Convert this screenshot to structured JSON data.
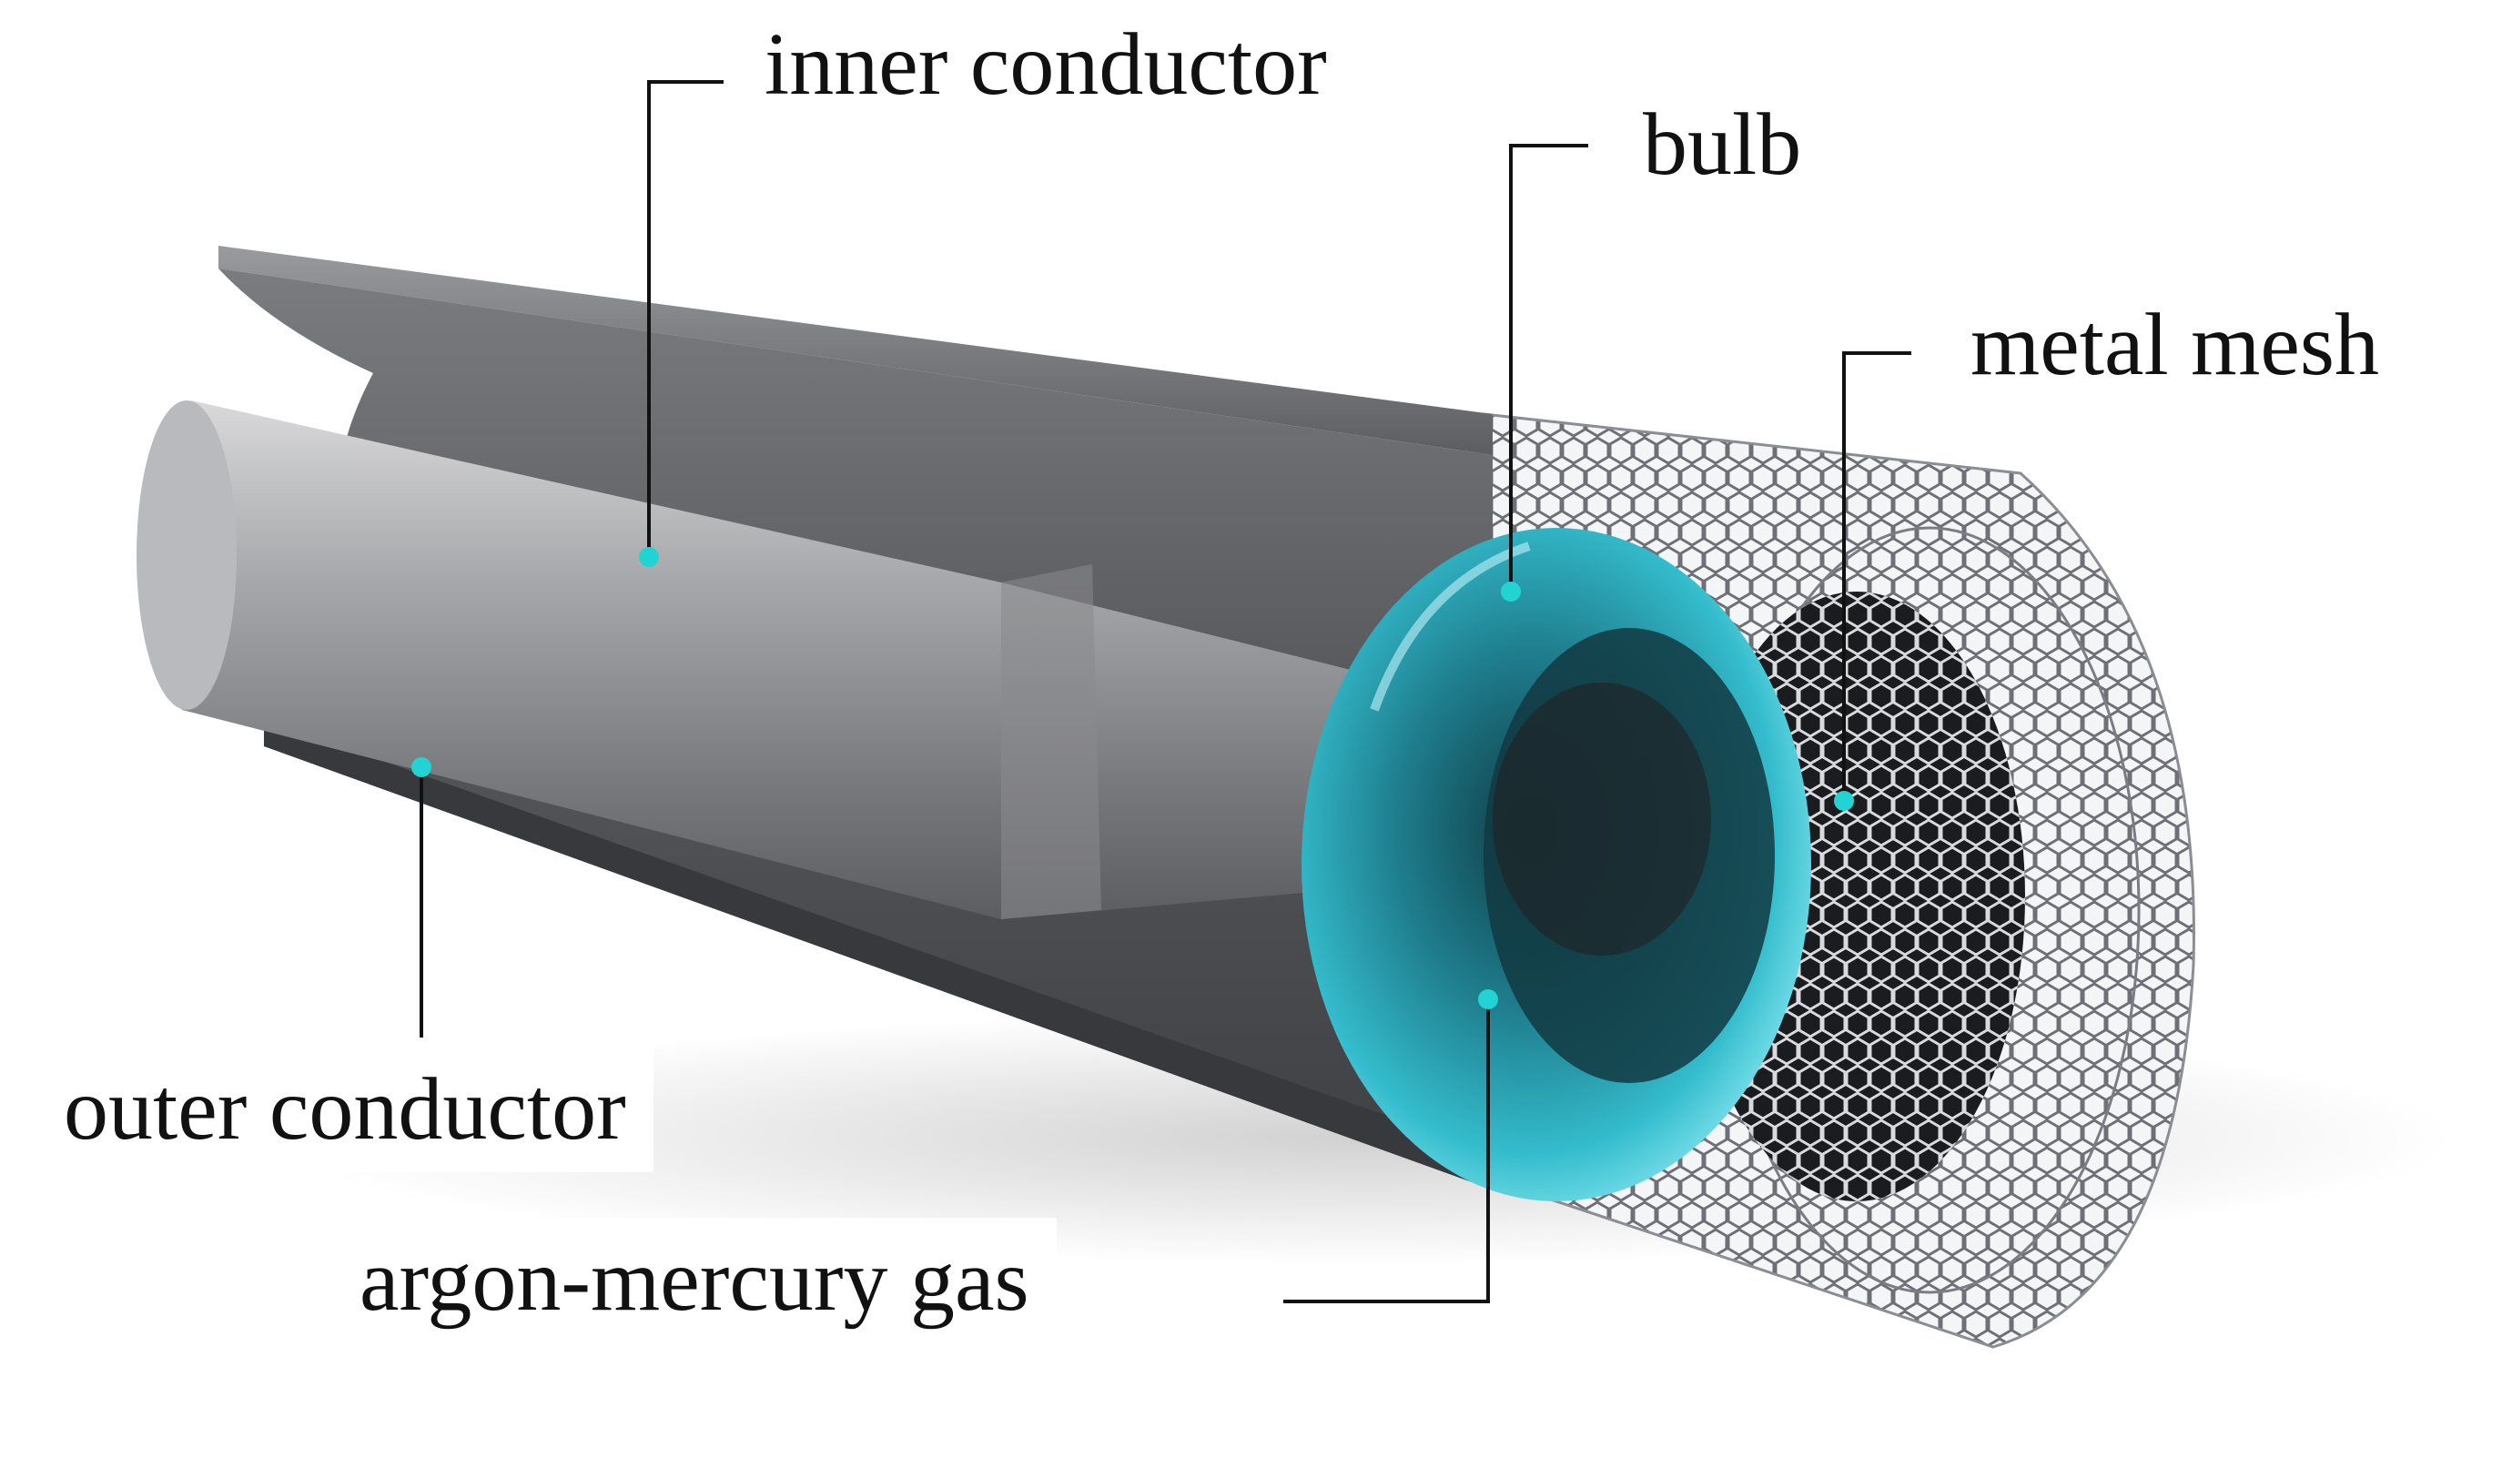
{
  "labels": {
    "inner_conductor": "inner conductor",
    "bulb": "bulb",
    "metal_mesh": "metal mesh",
    "outer_conductor": "outer conductor",
    "argon_mercury_gas": "argon-mercury gas"
  },
  "colors": {
    "marker": "#22d3d3",
    "leader_line": "#111111",
    "outer_conductor": "#5e5f63",
    "inner_conductor": "#8f8f91",
    "bulb_glass": "#2bb6c8",
    "metal_mesh": "#c9ccd1",
    "background": "#ffffff"
  }
}
